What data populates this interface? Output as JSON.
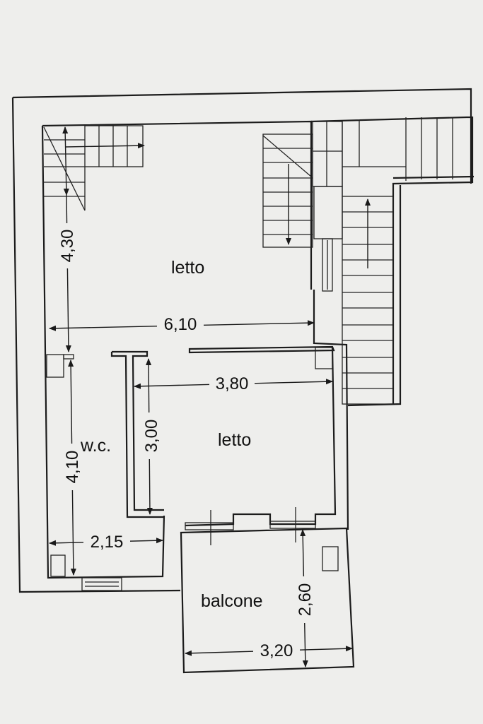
{
  "rooms": {
    "bedroom_upper": "letto",
    "bedroom_lower": "letto",
    "wc": "w.c.",
    "balcony": "balcone"
  },
  "dimensions": {
    "upper_height": "4,30",
    "total_width": "6,10",
    "lower_width": "3,80",
    "lower_height": "3,00",
    "wc_height": "4,10",
    "wc_width": "2,15",
    "balcony_height": "2,60",
    "balcony_width": "3,20"
  }
}
